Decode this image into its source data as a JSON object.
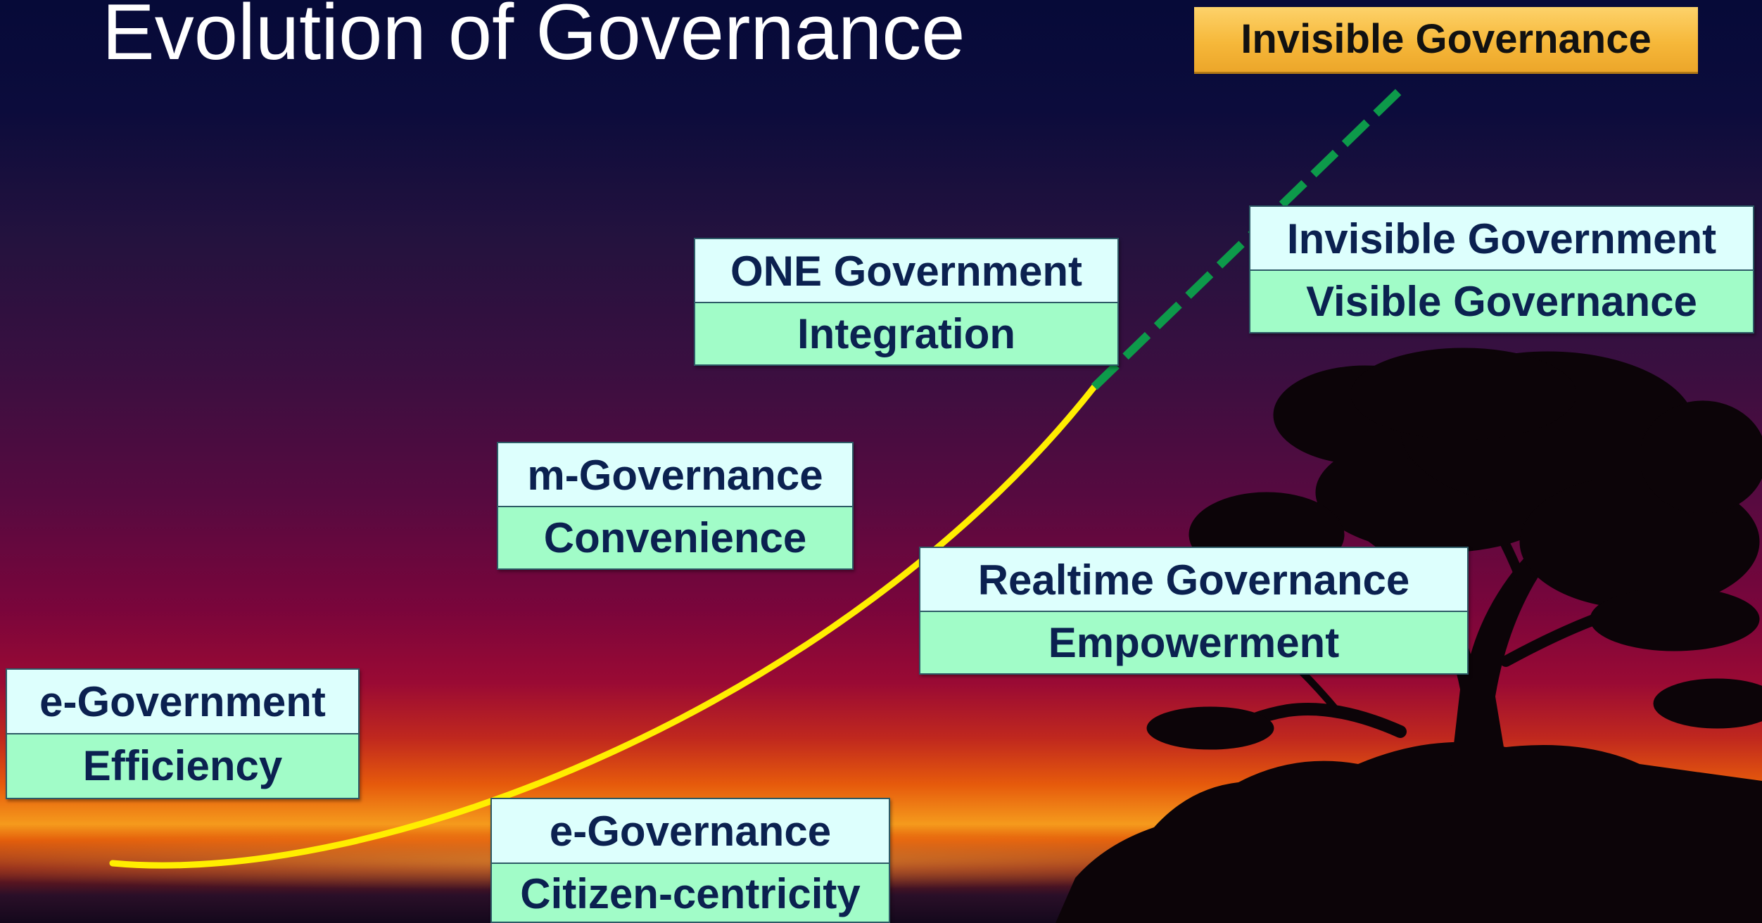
{
  "slide": {
    "title": "Evolution of Governance",
    "target": {
      "label": "Invisible Governance",
      "color": "#f6b83a"
    },
    "stages": [
      {
        "name": "e-Government",
        "value": "Efficiency"
      },
      {
        "name": "e-Governance",
        "value": "Citizen-centricity"
      },
      {
        "name": "m-Governance",
        "value": "Convenience"
      },
      {
        "name": "ONE Government",
        "value": "Integration"
      },
      {
        "name": "Realtime Governance",
        "value": "Empowerment"
      },
      {
        "name": "Invisible Government",
        "value": "Visible Governance"
      }
    ],
    "colors": {
      "curve_solid": "#ffee00",
      "curve_dashed": "#0d9a4a",
      "box_top": "#ddfffd",
      "box_bottom": "#a1fcc8",
      "box_text": "#0b2150"
    }
  }
}
